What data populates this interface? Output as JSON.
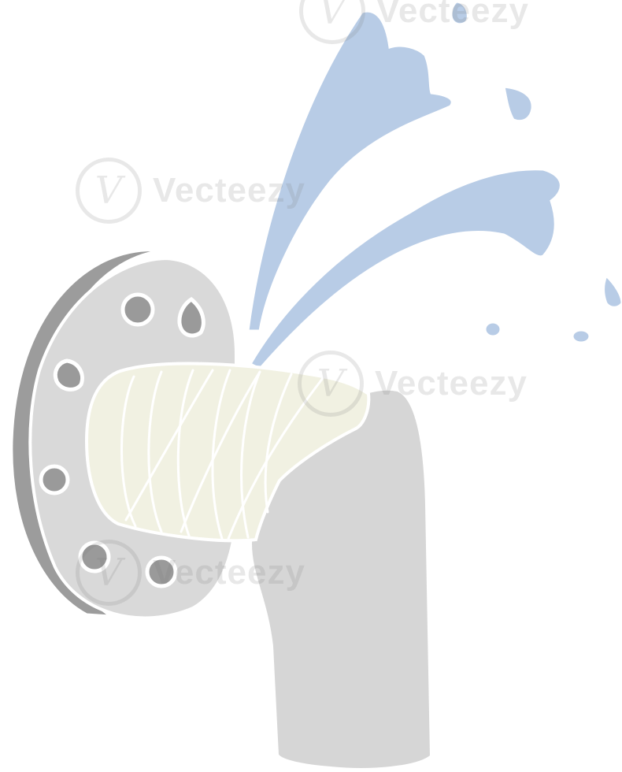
{
  "illustration": {
    "subject": "burst-pipe",
    "colors": {
      "background": "#ffffff",
      "flange": "#d9d9d9",
      "flange_shadow": "#9c9c9c",
      "bolt_hole": "#9a9a9a",
      "outline": "#ffffff",
      "pipe": "#d6d6d6",
      "bandage": "#f1f1e2",
      "water": "#b8cce6"
    }
  },
  "watermark": {
    "brand": "Vecteezy",
    "logo_glyph": "V"
  }
}
